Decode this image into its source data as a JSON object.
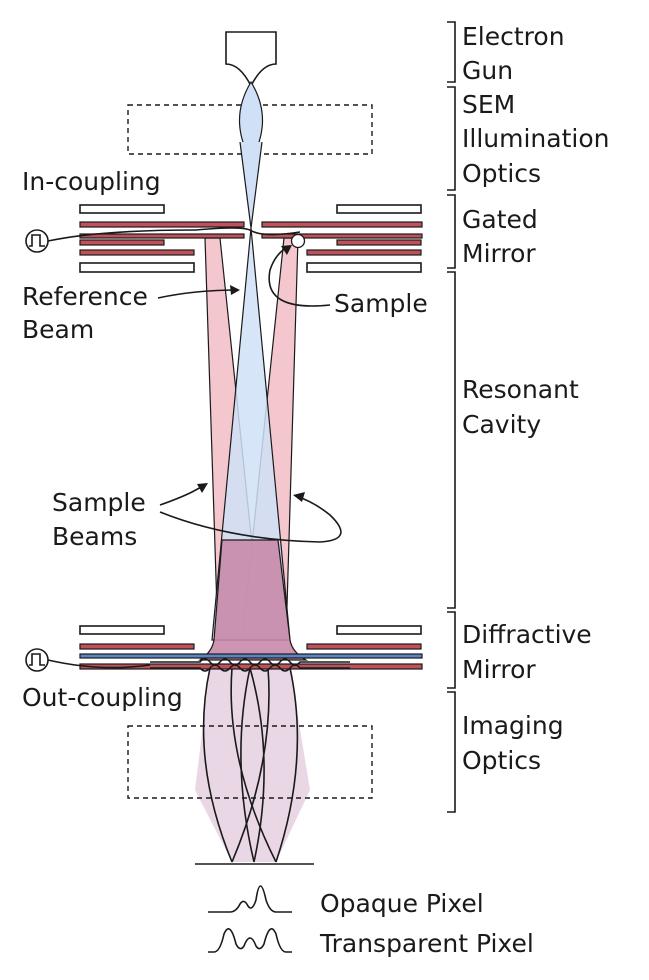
{
  "colors": {
    "blue_beam": "#cfe0f7",
    "red_beam": "#f4c7cf",
    "overlap_beam": "#c88aa8",
    "imaging_beam": "#ead7e6",
    "red_mirror": "#c0505a",
    "blue_mirror": "#5a86c8",
    "ink": "#1a1a1a"
  },
  "icons": [
    "pulse-source-icon",
    "sample-particle-icon"
  ],
  "stage_labels": [
    {
      "id": "electron-gun",
      "lines": [
        "Electron",
        "Gun"
      ]
    },
    {
      "id": "sem-illumination-optics",
      "lines": [
        "SEM",
        "Illumination",
        "Optics"
      ]
    },
    {
      "id": "gated-mirror",
      "lines": [
        "Gated",
        "Mirror"
      ]
    },
    {
      "id": "resonant-cavity",
      "lines": [
        "Resonant",
        "Cavity"
      ]
    },
    {
      "id": "diffractive-mirror",
      "lines": [
        "Diffractive",
        "Mirror"
      ]
    },
    {
      "id": "imaging-optics",
      "lines": [
        "Imaging",
        "Optics"
      ]
    }
  ],
  "annotations": {
    "in_coupling": "In-coupling",
    "out_coupling": "Out-coupling",
    "reference_beam": [
      "Reference",
      "Beam"
    ],
    "sample": "Sample",
    "sample_beams": [
      "Sample",
      "Beams"
    ]
  },
  "legend": {
    "opaque": "Opaque Pixel",
    "transparent": "Transparent Pixel"
  }
}
